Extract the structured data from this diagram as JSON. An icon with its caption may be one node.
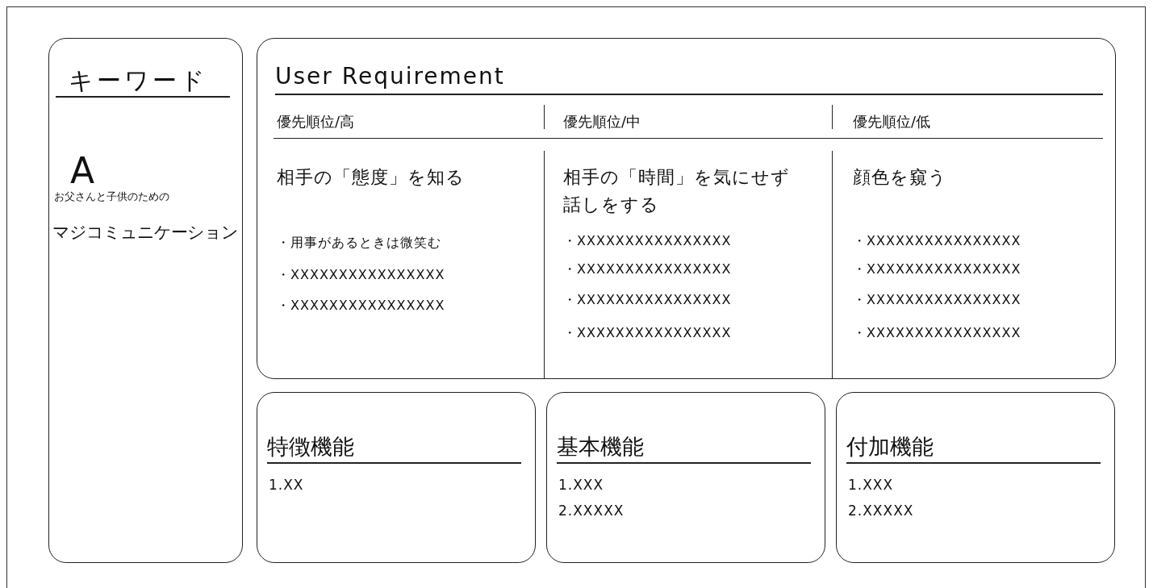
{
  "diagram": {
    "nodes": [
      {
        "text": [
          "キーワード",
          "A",
          "お父さんと子供のための",
          "マジコミュニケーション"
        ]
      },
      {
        "text": [
          "User Requirement"
        ]
      },
      {
        "text": [
          "特徴機能",
          "1.XX"
        ]
      },
      {
        "text": [
          "基本機能",
          "1.XXX",
          "2.XXXXX"
        ]
      },
      {
        "text": [
          "付加機能",
          "1.XXX",
          "2.XXXXX"
        ]
      }
    ],
    "labels": [
      "優先順位/高",
      "相手の「態度」を知る",
      "・用事があるときは微笑む",
      "・XXXXXXXXXXXXXXXX",
      "・XXXXXXXXXXXXXXXX",
      "優先順位/中",
      "相手の「時間」を気にせず話しをする",
      "・XXXXXXXXXXXXXXXX",
      "・XXXXXXXXXXXXXXXX",
      "・XXXXXXXXXXXXXXXX",
      "・XXXXXXXXXXXXXXXX",
      "優先順位/低",
      "顔色を窺う",
      "・XXXXXXXXXXXXXXXX",
      "・XXXXXXXXXXXXXXXX",
      "・XXXXXXXXXXXXXXXX",
      "・XXXXXXXXXXXXXXXX"
    ]
  }
}
